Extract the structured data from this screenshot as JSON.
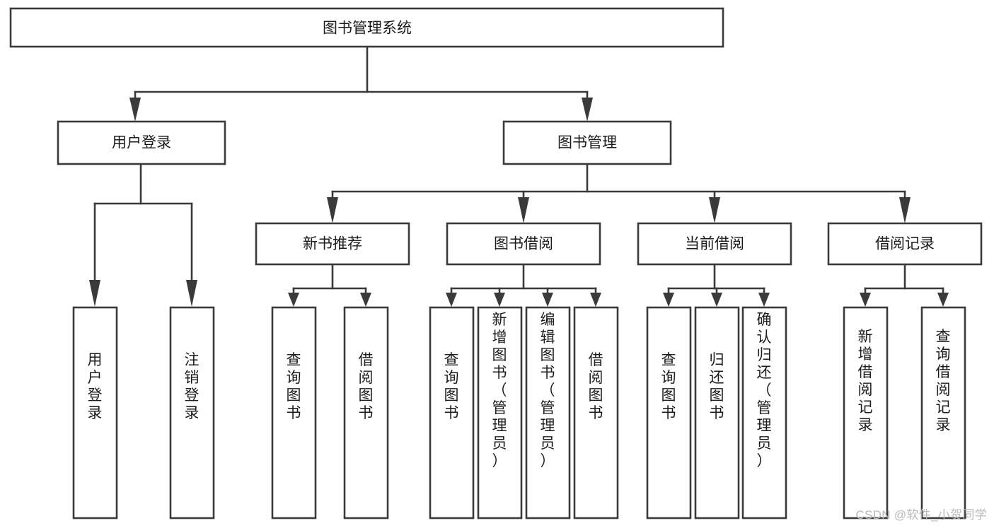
{
  "diagram": {
    "type": "tree-hierarchy",
    "orientation": "top-down",
    "title": "图书管理系统",
    "colors": {
      "box_stroke": "#3a3a3a",
      "box_fill": "#ffffff",
      "line": "#3a3a3a",
      "text": "#1b1b1b",
      "background": "#ffffff",
      "watermark": "#b9b9b9"
    },
    "levels": {
      "root": "图书管理系统",
      "level2": [
        "用户登录",
        "图书管理"
      ],
      "level3": [
        "新书推荐",
        "图书借阅",
        "当前借阅",
        "借阅记录"
      ]
    },
    "nodes": {
      "root": {
        "label": "图书管理系统",
        "orientation": "horizontal"
      },
      "user_login": {
        "label": "用户登录",
        "orientation": "horizontal"
      },
      "book_manage": {
        "label": "图书管理",
        "orientation": "horizontal"
      },
      "new_book_rec": {
        "label": "新书推荐",
        "orientation": "horizontal"
      },
      "book_borrow": {
        "label": "图书借阅",
        "orientation": "horizontal"
      },
      "current_borrow": {
        "label": "当前借阅",
        "orientation": "horizontal"
      },
      "borrow_record": {
        "label": "借阅记录",
        "orientation": "horizontal"
      },
      "leaf_user_login": {
        "label": "用户登录",
        "orientation": "vertical"
      },
      "leaf_logout": {
        "label": "注销登录",
        "orientation": "vertical"
      },
      "leaf_query_book_1": {
        "label": "查询图书",
        "orientation": "vertical"
      },
      "leaf_borrow_book_1": {
        "label": "借阅图书",
        "orientation": "vertical"
      },
      "leaf_query_book_2": {
        "label": "查询图书",
        "orientation": "vertical"
      },
      "leaf_add_book": {
        "label": "新增图书（管理员）",
        "orientation": "vertical"
      },
      "leaf_edit_book": {
        "label": "编辑图书（管理员）",
        "orientation": "vertical"
      },
      "leaf_borrow_book_2": {
        "label": "借阅图书",
        "orientation": "vertical"
      },
      "leaf_query_book_3": {
        "label": "查询图书",
        "orientation": "vertical"
      },
      "leaf_return_book": {
        "label": "归还图书",
        "orientation": "vertical"
      },
      "leaf_confirm_return": {
        "label": "确认归还（管理员）",
        "orientation": "vertical"
      },
      "leaf_add_record": {
        "label": "新增借阅记录",
        "orientation": "vertical"
      },
      "leaf_query_record": {
        "label": "查询借阅记录",
        "orientation": "vertical"
      }
    },
    "edges": [
      {
        "from": "图书管理系统",
        "to": "用户登录"
      },
      {
        "from": "图书管理系统",
        "to": "图书管理"
      },
      {
        "from": "用户登录",
        "to": "用户登录"
      },
      {
        "from": "用户登录",
        "to": "注销登录"
      },
      {
        "from": "图书管理",
        "to": "新书推荐"
      },
      {
        "from": "图书管理",
        "to": "图书借阅"
      },
      {
        "from": "图书管理",
        "to": "当前借阅"
      },
      {
        "from": "图书管理",
        "to": "借阅记录"
      },
      {
        "from": "新书推荐",
        "to": "查询图书"
      },
      {
        "from": "新书推荐",
        "to": "借阅图书"
      },
      {
        "from": "图书借阅",
        "to": "查询图书"
      },
      {
        "from": "图书借阅",
        "to": "新增图书（管理员）"
      },
      {
        "from": "图书借阅",
        "to": "编辑图书（管理员）"
      },
      {
        "from": "图书借阅",
        "to": "借阅图书"
      },
      {
        "from": "当前借阅",
        "to": "查询图书"
      },
      {
        "from": "当前借阅",
        "to": "归还图书"
      },
      {
        "from": "当前借阅",
        "to": "确认归还（管理员）"
      },
      {
        "from": "借阅记录",
        "to": "新增借阅记录"
      },
      {
        "from": "借阅记录",
        "to": "查询借阅记录"
      }
    ]
  },
  "watermark": {
    "text": "CSDN @软件_小贺同学"
  }
}
